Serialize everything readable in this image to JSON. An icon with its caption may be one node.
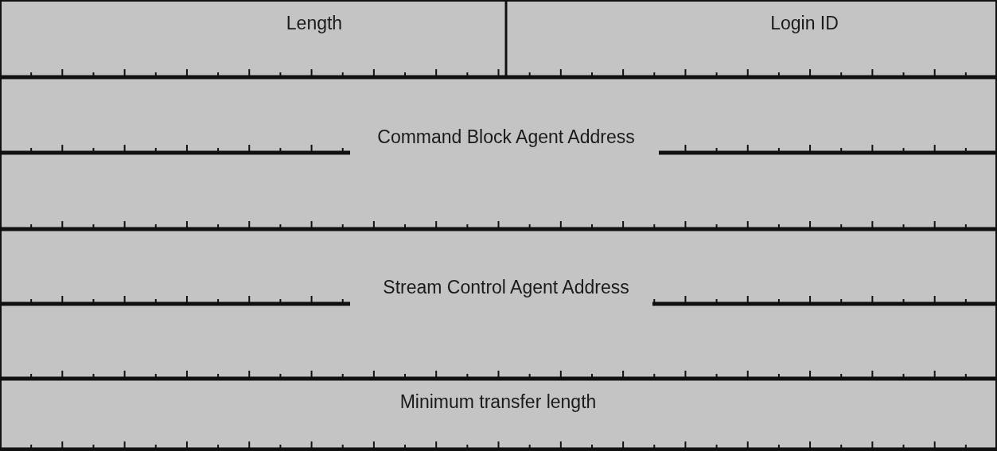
{
  "diagram": {
    "nodes": [
      {
        "text": [
          "Length"
        ]
      },
      {
        "text": [
          "Login ID"
        ]
      },
      {
        "text": [
          "Command Block Agent Address"
        ]
      },
      {
        "text": [
          "Stream Control Agent Address"
        ]
      },
      {
        "text": [
          "Minimum transfer length"
        ]
      }
    ]
  }
}
